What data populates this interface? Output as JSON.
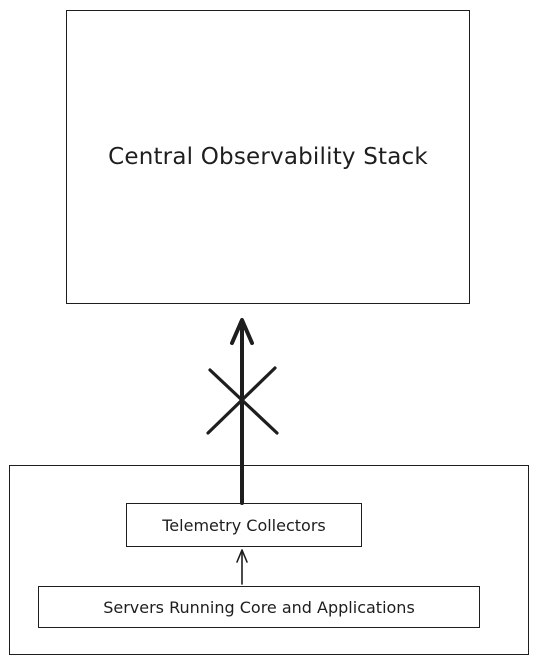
{
  "diagram": {
    "stack": {
      "label": "Central Observability Stack"
    },
    "collectors": {
      "label": "Telemetry Collectors"
    },
    "servers": {
      "label": "Servers Running Core and Applications"
    }
  },
  "colors": {
    "stroke": "#1e1e1e",
    "background": "#ffffff"
  }
}
